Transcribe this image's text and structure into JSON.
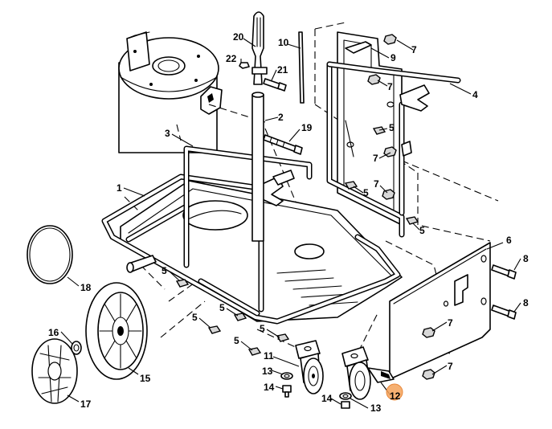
{
  "callouts": {
    "c1": "1",
    "c2": "2",
    "c3": "3",
    "c4": "4",
    "c5a": "5",
    "c5b": "5",
    "c5c": "5",
    "c5d": "5",
    "c5e": "5",
    "c5f": "5",
    "c5g": "5",
    "c5h": "5",
    "c6": "6",
    "c7a": "7",
    "c7b": "7",
    "c7c": "7",
    "c7d": "7",
    "c7e": "7",
    "c7f": "7",
    "c8a": "8",
    "c8b": "8",
    "c9": "9",
    "c10": "10",
    "c11": "11",
    "c12": "12",
    "c13a": "13",
    "c13b": "13",
    "c14a": "14",
    "c14b": "14",
    "c15": "15",
    "c16": "16",
    "c17": "17",
    "c18": "18",
    "c19": "19",
    "c20": "20",
    "c21": "21",
    "c22": "22"
  },
  "highlight": {
    "color": "#f4a259",
    "callout": "12"
  }
}
